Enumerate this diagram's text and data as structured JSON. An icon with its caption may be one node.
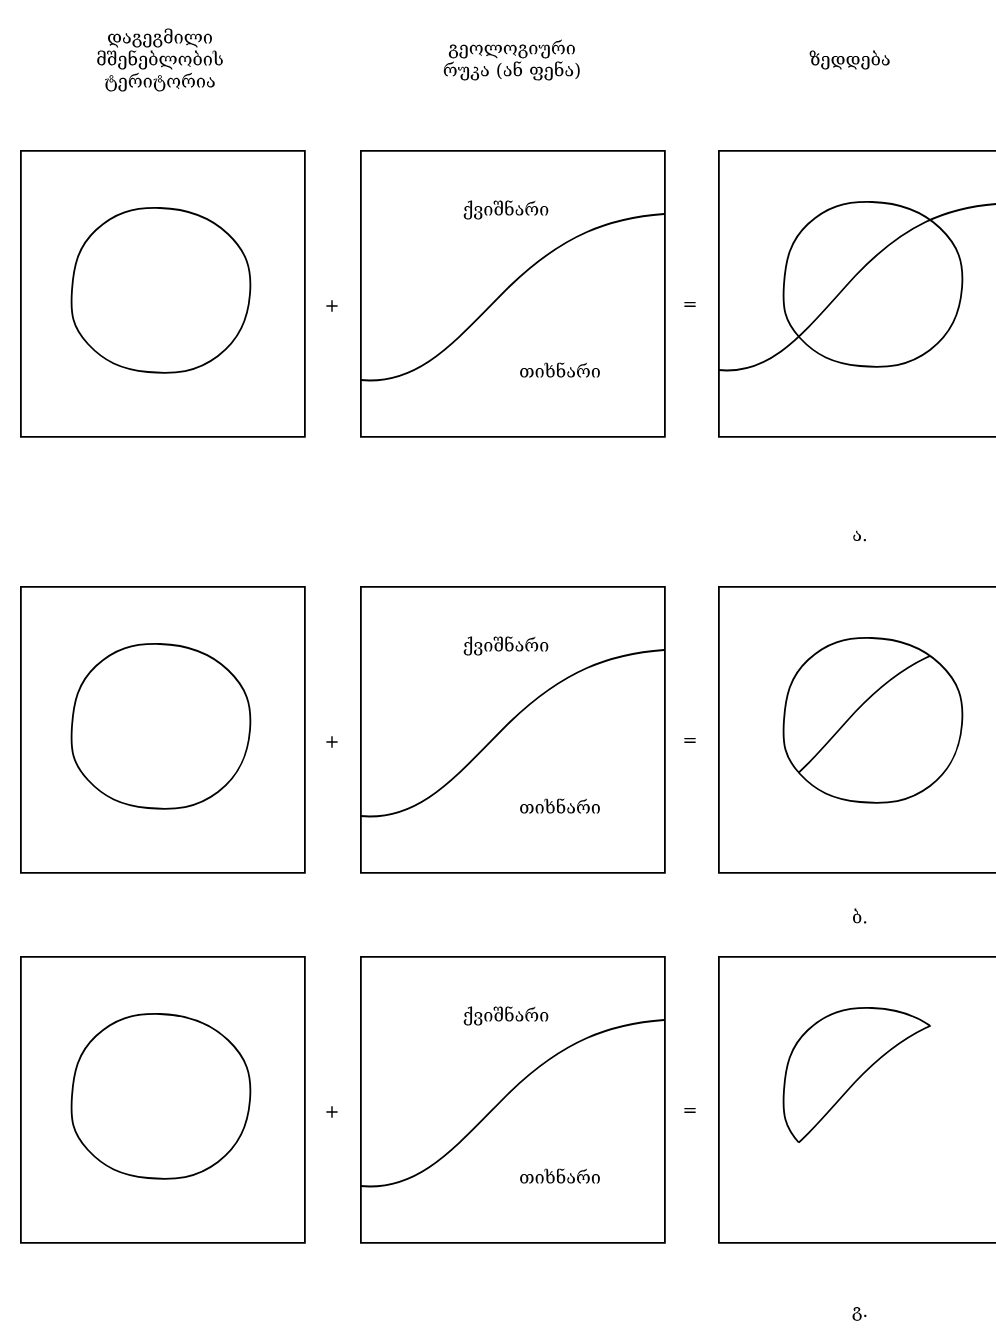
{
  "diagram": {
    "nodes": [
      {
        "text": [],
        "shape": "box"
      },
      {
        "text": [
          "ქვიშნარი",
          "თიხნარი"
        ]
      },
      {
        "text": [],
        "shape": "box"
      },
      {
        "text": [],
        "shape": "box"
      },
      {
        "text": [
          "ქვიშნარი",
          "თიხნარი"
        ]
      },
      {
        "text": [],
        "shape": "box"
      },
      {
        "text": [],
        "shape": "box"
      },
      {
        "text": [
          "ქვიშნარი",
          "თიხნარი"
        ]
      },
      {
        "text": [],
        "shape": "box"
      }
    ],
    "labels": [
      "დაგეგმილი მშენებლობის ტერიტორია",
      "გეოლოგიური რუკა (ან ფენა)",
      "ზედდება",
      "+",
      "=",
      "ა.",
      "+",
      "=",
      "ბ.",
      "+",
      "=",
      "გ."
    ]
  }
}
